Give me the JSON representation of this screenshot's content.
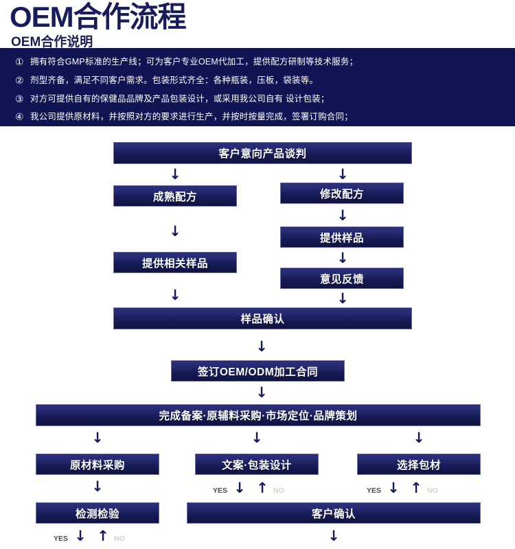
{
  "header": {
    "title": "OEM合作流程",
    "subtitle": "OEM合作说明"
  },
  "notes": [
    {
      "num": "①",
      "text": "拥有符合GMP标准的生产线；可为客户专业OEM代加工，提供配方研制等技术服务；"
    },
    {
      "num": "②",
      "text": "剂型齐备，满足不同客户需求。包装形式齐全：各种瓶装，压板，袋装等。"
    },
    {
      "num": "③",
      "text": "对方可提供自有的保健品品牌及产品包装设计，或采用我公司自有 设计包装；"
    },
    {
      "num": "④",
      "text": "我公司提供原材料，并按照对方的要求进行生产，并按时按量完成，签署订购合同；"
    }
  ],
  "flow": {
    "negotiation": "客户意向产品谈判",
    "mature_formula": "成熟配方",
    "modify_formula": "修改配方",
    "provide_sample": "提供样品",
    "feedback": "意见反馈",
    "provide_related_samples": "提供相关样品",
    "sample_confirm": "样品确认",
    "sign_contract": "签订OEM/ODM加工合同",
    "filing_bar": "完成备案·原辅料采购·市场定位·品牌策划",
    "raw_material_purchase": "原材料采购",
    "copy_package_design": "文案·包装设计",
    "select_packaging": "选择包材",
    "inspection": "检测检验",
    "customer_confirm": "客户确认"
  },
  "labels": {
    "yes": "YES",
    "no": "NO",
    "arrow_down": "↓",
    "arrow_up": "↑"
  },
  "colors": {
    "brand_navy": "#141858",
    "banner_bg": "#111452",
    "box_top": "#2a2f7a",
    "box_bottom": "#10133f",
    "box_border": "#6b71a8",
    "yes_text": "#444850",
    "no_text": "#cfd2da",
    "page_bg": "#ffffff"
  }
}
